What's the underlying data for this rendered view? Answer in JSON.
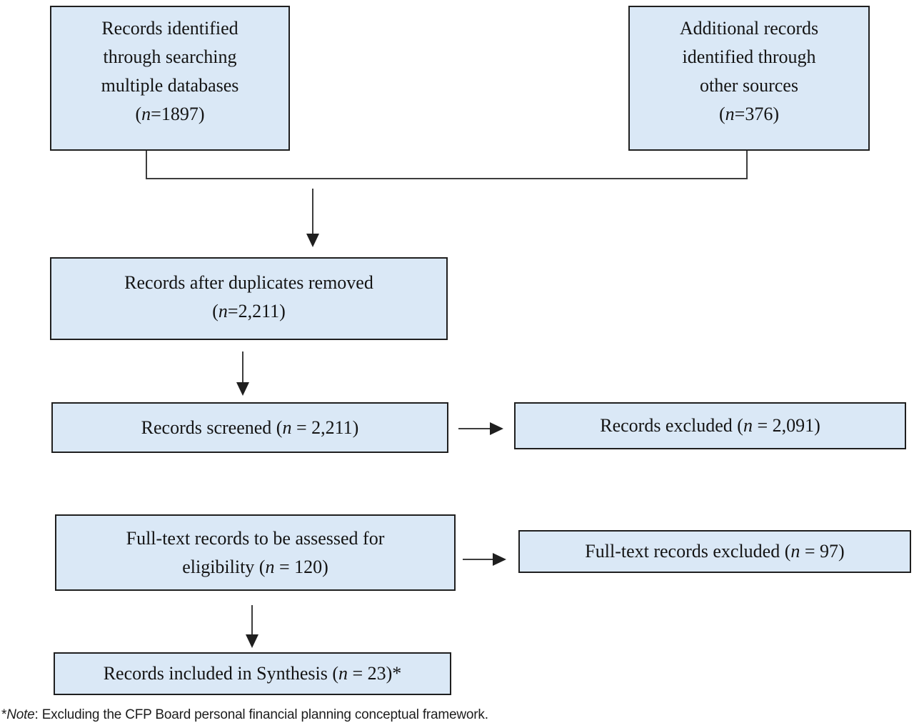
{
  "diagram": {
    "title": "PRISMA-style record selection flow diagram",
    "colors": {
      "box_fill": "#dae8f6",
      "box_border": "#1f1f1f",
      "connector": "#3d3d3d",
      "text": "#141414"
    },
    "boxes": {
      "identified_databases": {
        "n": 1897,
        "lines": [
          [
            {
              "t": "Records identified"
            }
          ],
          [
            {
              "t": "through searching"
            }
          ],
          [
            {
              "t": "multiple databases"
            }
          ],
          [
            {
              "t": "("
            },
            {
              "t": "n",
              "i": true
            },
            {
              "t": "=1897)"
            }
          ]
        ]
      },
      "other_sources": {
        "n": 376,
        "lines": [
          [
            {
              "t": "Additional records"
            }
          ],
          [
            {
              "t": "identified through"
            }
          ],
          [
            {
              "t": "other sources"
            }
          ],
          [
            {
              "t": "("
            },
            {
              "t": "n",
              "i": true
            },
            {
              "t": "=376)"
            }
          ]
        ]
      },
      "duplicates_removed": {
        "n": 2211,
        "lines": [
          [
            {
              "t": "Records after duplicates removed"
            }
          ],
          [
            {
              "t": "("
            },
            {
              "t": "n",
              "i": true
            },
            {
              "t": "=2,211)"
            }
          ]
        ]
      },
      "screened": {
        "n": 2211,
        "lines": [
          [
            {
              "t": "Records screened ("
            },
            {
              "t": "n",
              "i": true
            },
            {
              "t": " = 2,211)"
            }
          ]
        ]
      },
      "excluded": {
        "n": 2091,
        "lines": [
          [
            {
              "t": "Records excluded ("
            },
            {
              "t": "n",
              "i": true
            },
            {
              "t": " = 2,091)"
            }
          ]
        ]
      },
      "fulltext_assessed": {
        "n": 120,
        "lines": [
          [
            {
              "t": "Full-text records to be assessed for"
            }
          ],
          [
            {
              "t": "eligibility ("
            },
            {
              "t": "n",
              "i": true
            },
            {
              "t": " = 120)"
            }
          ]
        ]
      },
      "fulltext_excluded": {
        "n": 97,
        "lines": [
          [
            {
              "t": "Full-text records excluded ("
            },
            {
              "t": "n",
              "i": true
            },
            {
              "t": " = 97)"
            }
          ]
        ]
      },
      "included": {
        "n": 23,
        "lines": [
          [
            {
              "t": "Records included in Synthesis ("
            },
            {
              "t": "n",
              "i": true
            },
            {
              "t": " = 23)*"
            }
          ]
        ]
      }
    },
    "note": {
      "lines": [
        [
          {
            "t": "*"
          },
          {
            "t": "Note",
            "i": true
          },
          {
            "t": ": Excluding the CFP Board personal financial planning conceptual framework."
          }
        ]
      ]
    }
  }
}
